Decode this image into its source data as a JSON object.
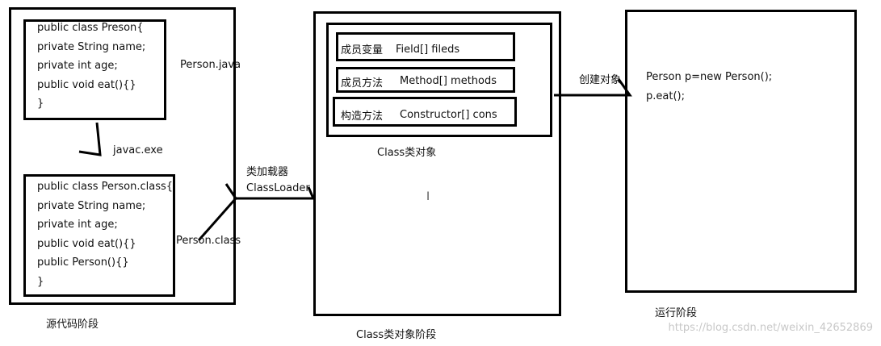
{
  "source_stage": {
    "label": "源代码阶段",
    "file_java": "Person.java",
    "compile_cmd": "javac.exe",
    "file_class": "Person.class",
    "java_code": [
      "public class Preson{",
      "private String name;",
      "private int age;",
      "public void eat(){}",
      "}"
    ],
    "class_code": [
      "public class Person.class{",
      "private String name;",
      "private int age;",
      "public void eat(){}",
      "public Person(){}",
      "}"
    ]
  },
  "loader": {
    "label_cn": "类加载器",
    "label_en": "ClassLoader"
  },
  "class_object_stage": {
    "label": "Class类对象阶段",
    "object_label": "Class类对象",
    "members": [
      {
        "name": "成员变量",
        "value": "Field[] fileds"
      },
      {
        "name": "成员方法",
        "value": "Method[] methods"
      },
      {
        "name": "构造方法",
        "value": "Constructor[] cons"
      }
    ]
  },
  "create_object": {
    "label": "创建对象"
  },
  "runtime_stage": {
    "label": "运行阶段",
    "code": [
      "Person p=new Person();",
      "p.eat();"
    ]
  },
  "watermark": "https://blog.csdn.net/weixin_42652869"
}
